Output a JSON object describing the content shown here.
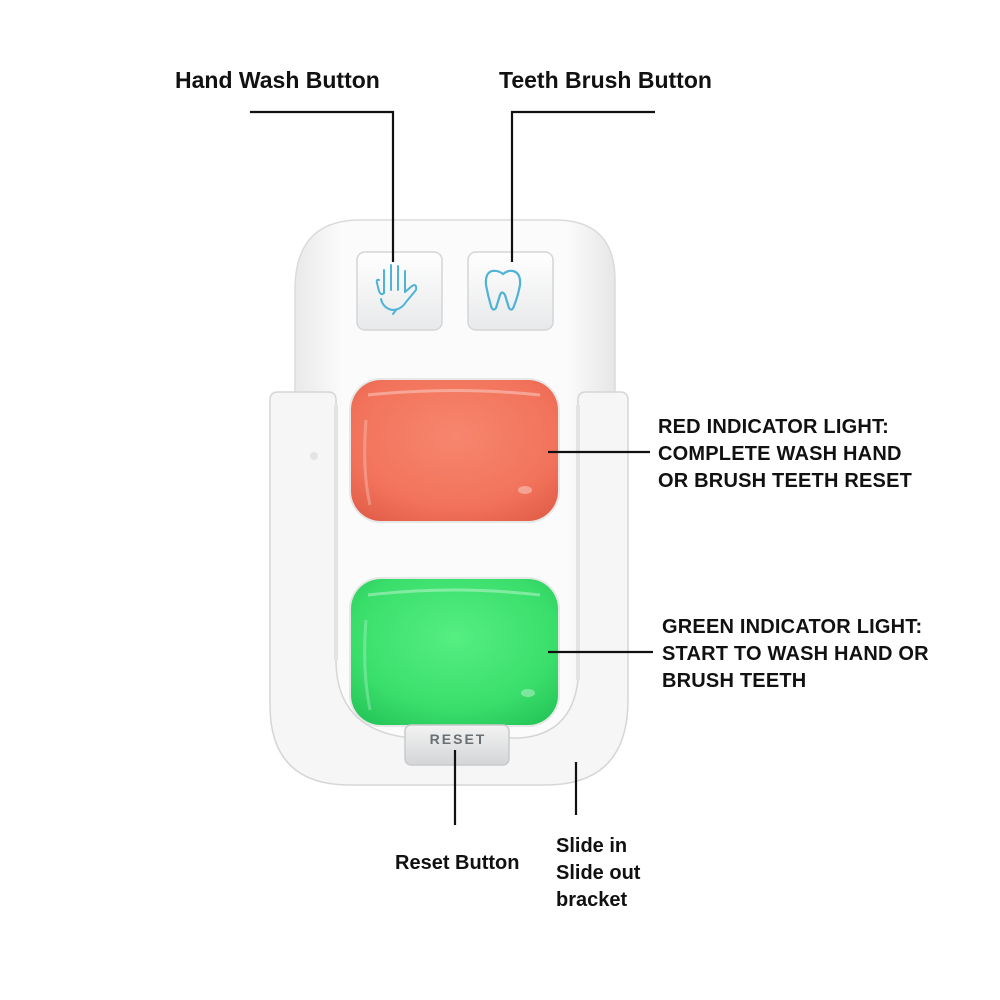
{
  "callouts": {
    "hand_wash": "Hand Wash Button",
    "teeth_brush": "Teeth Brush Button",
    "red_light": [
      "RED INDICATOR LIGHT:",
      "COMPLETE WASH HAND",
      "OR BRUSH TEETH RESET"
    ],
    "green_light": [
      "GREEN INDICATOR LIGHT:",
      "START TO WASH HAND OR",
      "BRUSH TEETH"
    ],
    "reset_button": "Reset Button",
    "bracket": [
      "Slide in",
      "Slide out",
      "bracket"
    ]
  },
  "device": {
    "reset_label": "RESET",
    "hand_icon": "hand-icon",
    "tooth_icon": "tooth-icon",
    "colors": {
      "red_light": "#f2775f",
      "green_light": "#38e06a",
      "icon_stroke": "#4fb3d6",
      "body": "#f7f7f7"
    }
  }
}
